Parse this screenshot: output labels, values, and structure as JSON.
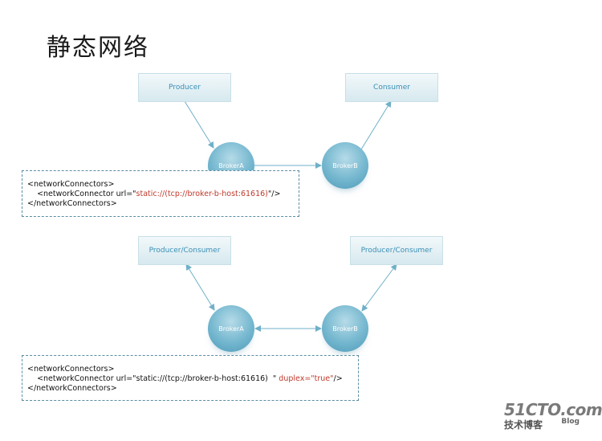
{
  "title": "静态网络",
  "diagram1": {
    "producer": "Producer",
    "consumer": "Consumer",
    "broker_a": "BrokerA",
    "broker_b": "BrokerB",
    "code_line1": "<networkConnectors>",
    "code_line2_pre": "    <networkConnector url=\"",
    "code_line2_red": "static://(tcp://broker-b-host:61616)",
    "code_line2_post": "\"/>",
    "code_line3": "</networkConnectors>"
  },
  "diagram2": {
    "left_client": "Producer/Consumer",
    "right_client": "Producer/Consumer",
    "broker_a": "BrokerA",
    "broker_b": "BrokerB",
    "code_line1": "<networkConnectors>",
    "code_line2_pre": "    <networkConnector url=\"static://(tcp://broker-b-host:61616)  \"",
    "code_line2_red": " duplex=\"true\"",
    "code_line2_post": "/>",
    "code_line3": "</networkConnectors>"
  },
  "logo": {
    "site": "51CTO.com",
    "tagline": "技术博客",
    "blog": "Blog"
  },
  "colors": {
    "accent": "#3a8fb5",
    "arrow": "#6fb0c8",
    "highlight": "#c0392b"
  }
}
